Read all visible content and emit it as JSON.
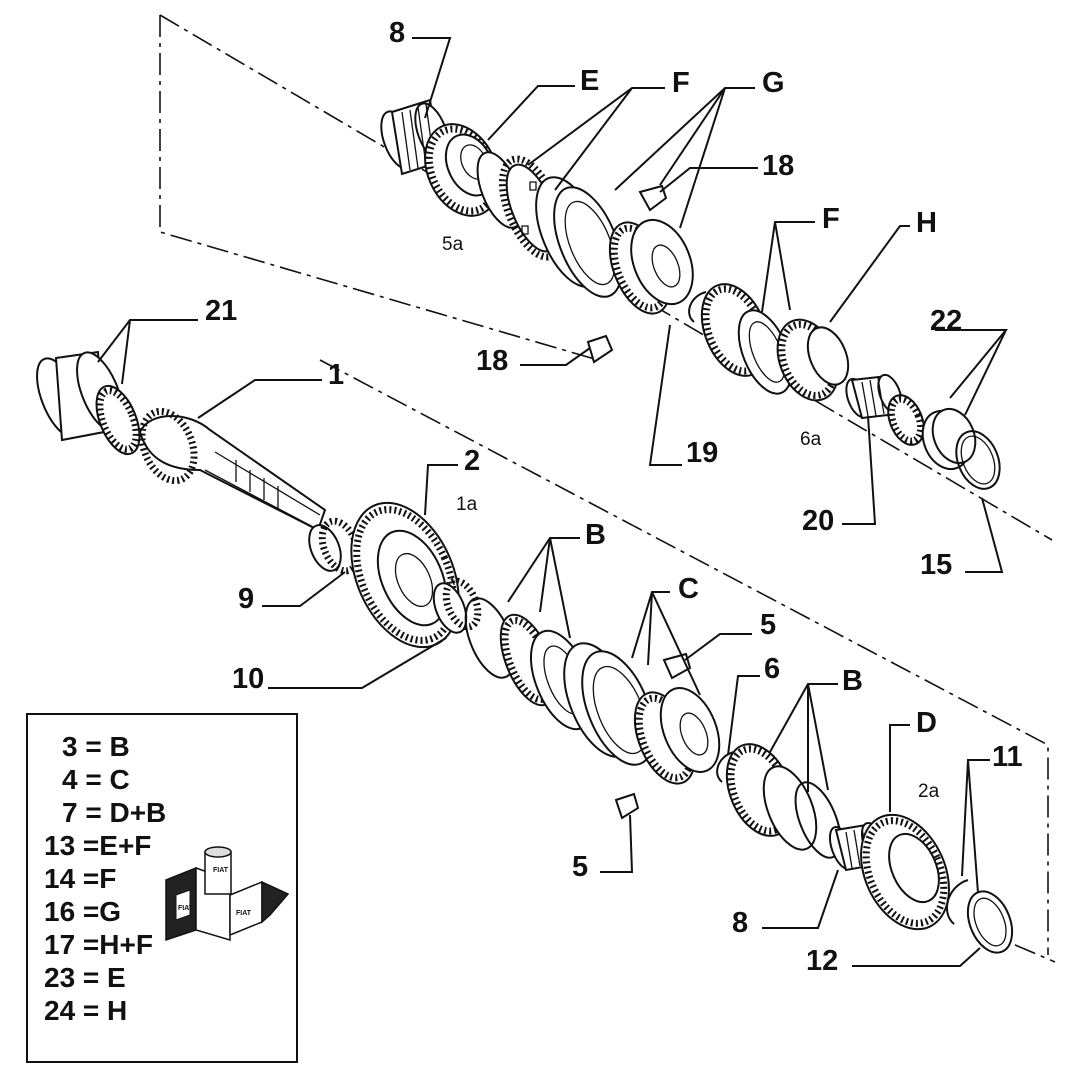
{
  "callouts": {
    "c8a": "8",
    "cE1": "E",
    "cF1": "F",
    "cG": "G",
    "c18a": "18",
    "cF2": "F",
    "cH": "H",
    "c21": "21",
    "c1": "1",
    "c18b": "18",
    "c22": "22",
    "c19": "19",
    "c20": "20",
    "c2": "2",
    "c9": "9",
    "c15": "15",
    "cB1": "B",
    "cC": "C",
    "c5a": "5",
    "c10": "10",
    "c6": "6",
    "cB2": "B",
    "cD": "D",
    "c11": "11",
    "c5b": "5",
    "c8b": "8",
    "c12": "12"
  },
  "sublabels": {
    "s5a": "5a",
    "s6a": "6a",
    "s1a": "1a",
    "s2a": "2a"
  },
  "legend": {
    "rows": [
      "3 = B",
      "4 = C",
      "7 = D+B",
      "13 =E+F",
      "14 =F",
      "16 =G",
      "17 =H+F",
      "23 = E",
      "24 = H"
    ]
  },
  "logo": {
    "text_top": "FIAT",
    "text_left": "FIAT",
    "text_right": "FIAT"
  }
}
